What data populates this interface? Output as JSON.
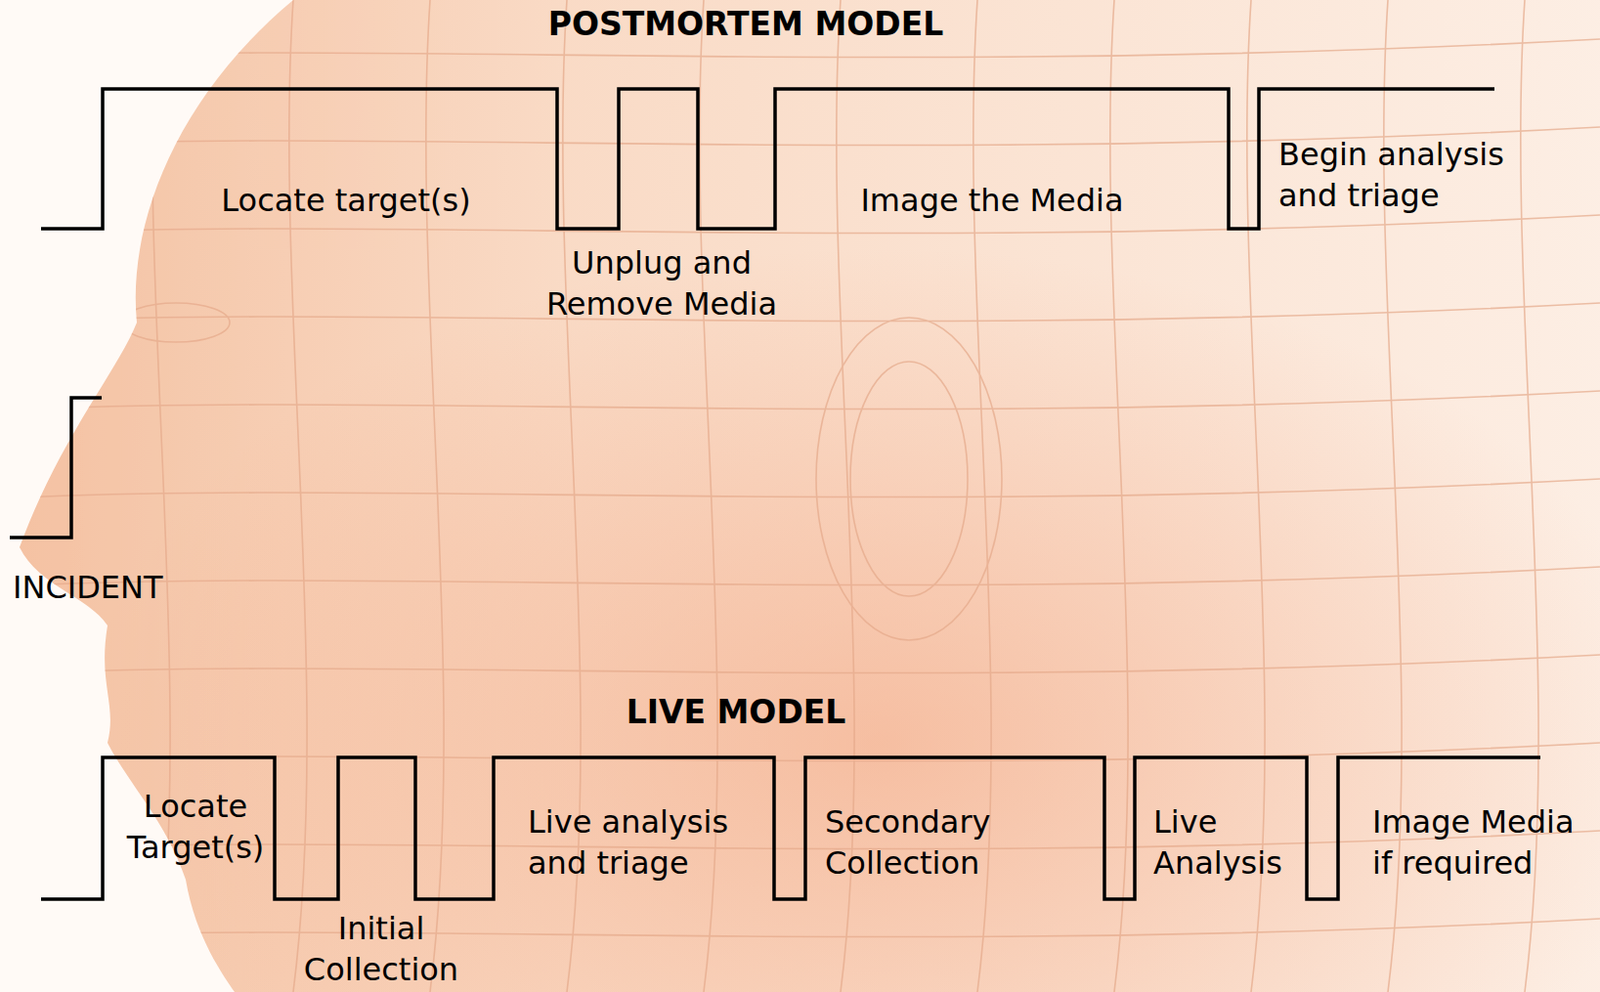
{
  "diagram": {
    "labels": [
      "POSTMORTEM MODEL",
      "Locate target(s)",
      "Unplug and Remove Media",
      "Image the Media",
      "Begin analysis and triage",
      "INCIDENT",
      "LIVE MODEL",
      "Locate Target(s)",
      "Initial Collection",
      "Live analysis and triage",
      "Secondary Collection",
      "Live Analysis",
      "Image Media if required"
    ]
  }
}
